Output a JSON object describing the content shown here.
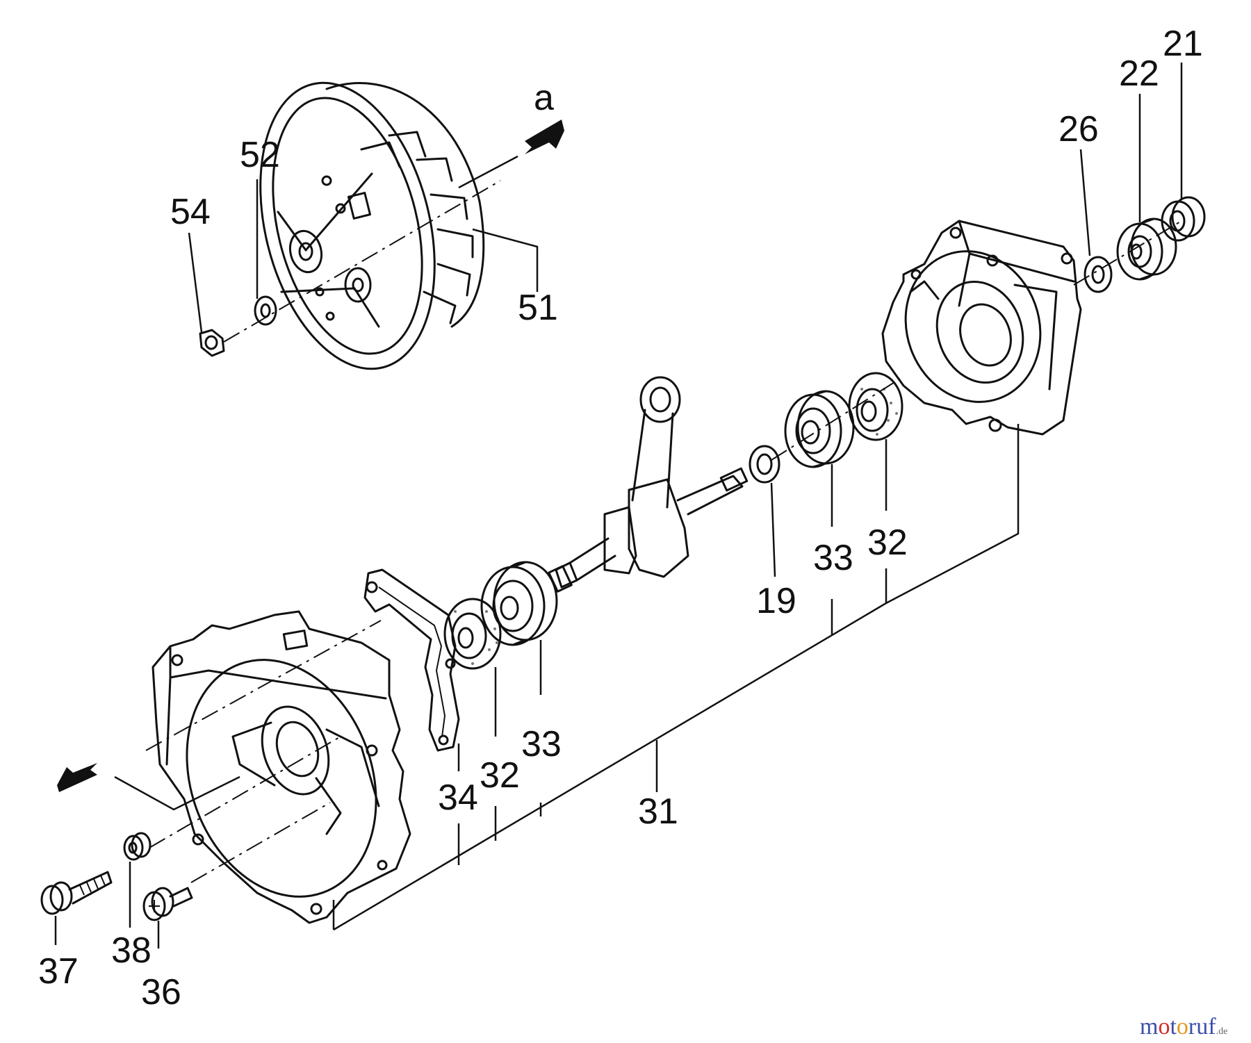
{
  "diagram": {
    "labels": {
      "p21": "21",
      "p22": "22",
      "p26": "26",
      "p52": "52",
      "p54": "54",
      "p51": "51",
      "pa": "a",
      "p19": "19",
      "p33_right": "33",
      "p32_right": "32",
      "p33_left": "33",
      "p32_left": "32",
      "p34": "34",
      "p31": "31",
      "p37": "37",
      "p38": "38",
      "p36": "36"
    }
  },
  "watermark": {
    "m1": "m",
    "o1": "o",
    "t": "t",
    "o2": "o",
    "r": "r",
    "u": "u",
    "f": "f",
    "tld": ".de"
  }
}
